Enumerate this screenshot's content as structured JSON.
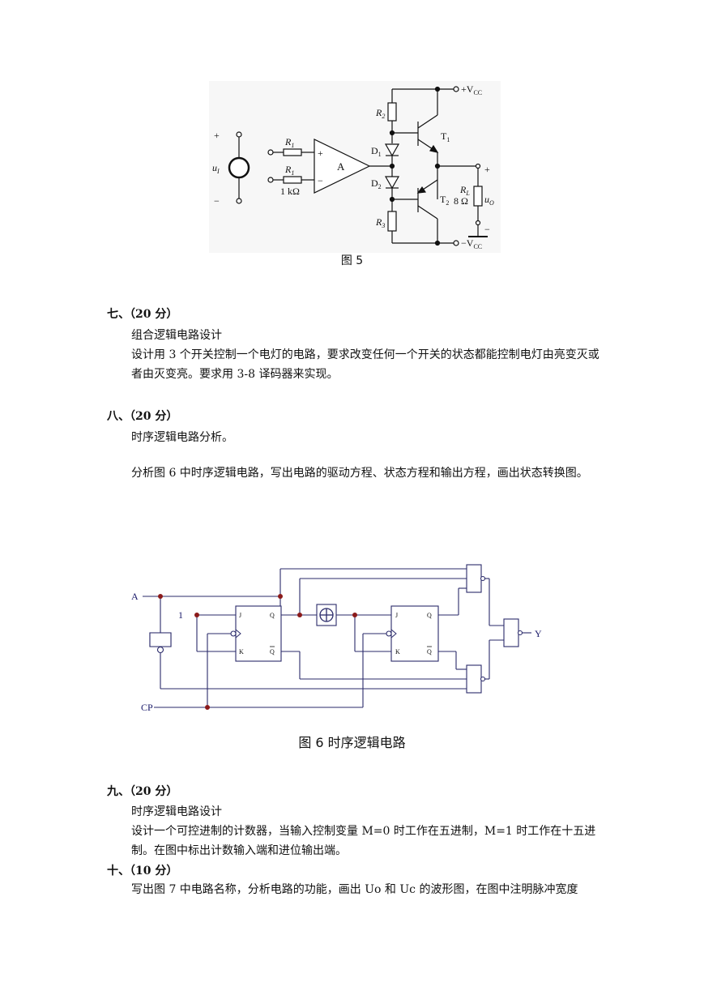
{
  "figure5": {
    "caption": "图 5",
    "labels": {
      "vcc_top": "+V",
      "vcc_top_sub": "CC",
      "vcc_bottom": "−V",
      "vcc_bottom_sub": "CC",
      "r2": "R",
      "r2_sub": "2",
      "r3": "R",
      "r3_sub": "3",
      "r1_top": "R",
      "r1_top_sub": "1",
      "r1_bottom": "R",
      "r1_bottom_sub": "1",
      "r1_value": "1 kΩ",
      "rl": "R",
      "rl_sub": "L",
      "rl_value": "8 Ω",
      "d1": "D",
      "d1_sub": "1",
      "d2": "D",
      "d2_sub": "2",
      "t1": "T",
      "t1_sub": "1",
      "t2": "T",
      "t2_sub": "2",
      "amp": "A",
      "ui": "u",
      "ui_sub": "I",
      "uo": "u",
      "uo_sub": "O",
      "plus": "+",
      "minus": "−"
    }
  },
  "section7": {
    "title": "七、（20 分）",
    "subtitle": "组合逻辑电路设计",
    "body": "设计用 3 个开关控制一个电灯的电路，要求改变任何一个开关的状态都能控制电灯由亮变灭或者由灭变亮。要求用 3-8 译码器来实现。"
  },
  "section8": {
    "title": "八、（20 分）",
    "subtitle": "时序逻辑电路分析。",
    "body": "分析图 6 中时序逻辑电路，写出电路的驱动方程、状态方程和输出方程，画出状态转换图。"
  },
  "figure6": {
    "caption": "图 6  时序逻辑电路",
    "labels": {
      "a": "A",
      "one": "1",
      "cp": "CP",
      "y": "Y",
      "j": "J",
      "k": "K",
      "q": "Q",
      "qbar": "Q"
    }
  },
  "section9": {
    "title": "九、（20 分）",
    "subtitle": "时序逻辑电路设计",
    "body": "设计一个可控进制的计数器，当输入控制变量 M=0 时工作在五进制，M=1 时工作在十五进制。在图中标出计数输入端和进位输出端。"
  },
  "section10": {
    "title": "十、（10 分）",
    "body": "写出图 7 中电路名称，分析电路的功能，画出 Uo 和 Uc 的波形图，在图中注明脉冲宽度"
  }
}
